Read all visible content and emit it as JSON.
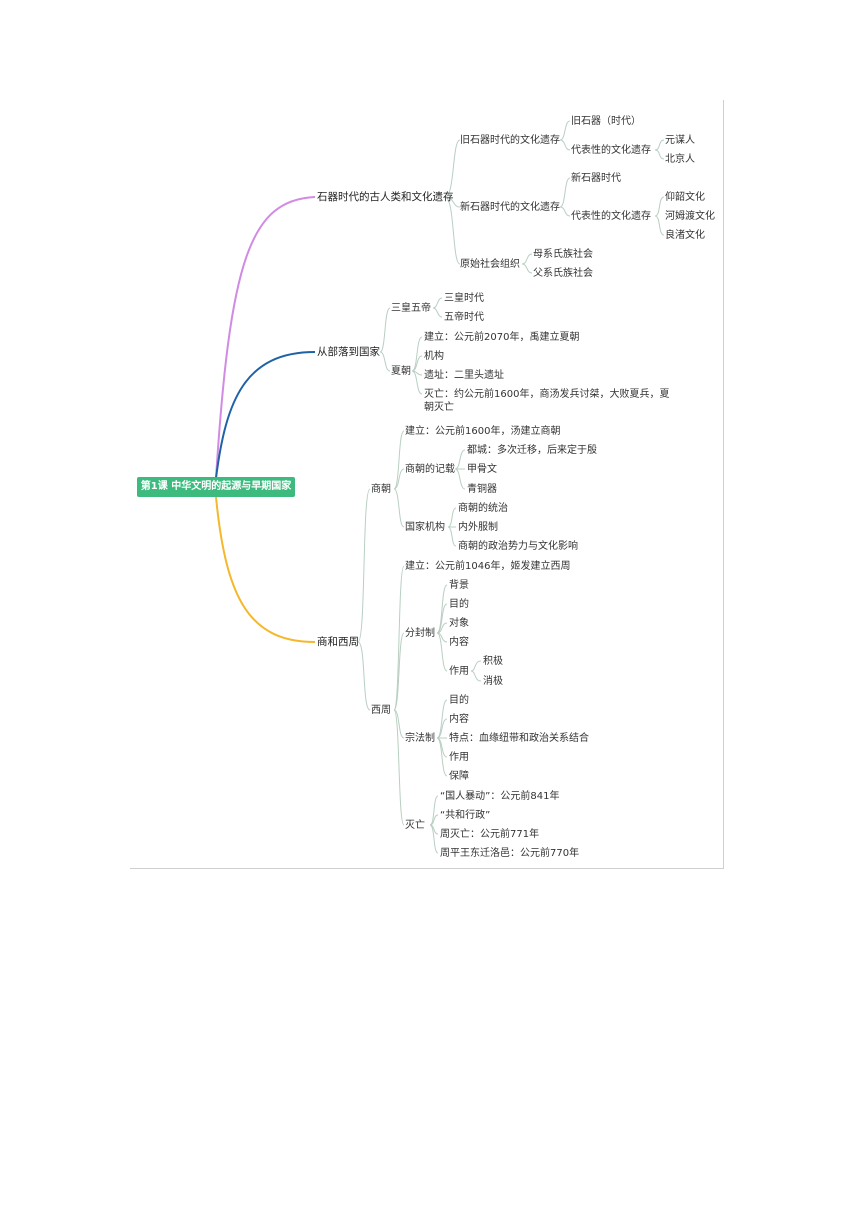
{
  "root": "第1课  中华文明的起源与早期国家",
  "colors": {
    "root_bg": "#3dbb7f",
    "branch1": "#d08be3",
    "branch2": "#1f62a6",
    "branch3": "#f5b72b",
    "sub_line": "#b8cfc2"
  },
  "branches": {
    "b1": {
      "label": "石器时代的古人类和文化遗存",
      "a": {
        "label": "旧石器时代的文化遗存",
        "a1": "旧石器（时代）",
        "a2": {
          "label": "代表性的文化遗存",
          "items": [
            "元谋人",
            "北京人"
          ]
        }
      },
      "b": {
        "label": "新石器时代的文化遗存",
        "b1": "新石器时代",
        "b2": {
          "label": "代表性的文化遗存",
          "items": [
            "仰韶文化",
            "河姆渡文化",
            "良渚文化"
          ]
        }
      },
      "c": {
        "label": "原始社会组织",
        "items": [
          "母系氏族社会",
          "父系氏族社会"
        ]
      }
    },
    "b2": {
      "label": "从部落到国家",
      "a": {
        "label": "三皇五帝",
        "items": [
          "三皇时代",
          "五帝时代"
        ]
      },
      "b": {
        "label": "夏朝",
        "items": [
          "建立：公元前2070年，禹建立夏朝",
          "机构",
          "遗址：二里头遗址",
          "灭亡：约公元前1600年，商汤发兵讨桀，大败夏兵，夏朝灭亡"
        ]
      }
    },
    "b3": {
      "label": "商和西周",
      "shang": {
        "label": "商朝",
        "found": "建立：公元前1600年，汤建立商朝",
        "records": {
          "label": "商朝的记载",
          "items": [
            "都城：多次迁移，后来定于殷",
            "甲骨文",
            "青铜器"
          ]
        },
        "org": {
          "label": "国家机构",
          "items": [
            "商朝的统治",
            "内外服制",
            "商朝的政治势力与文化影响"
          ]
        }
      },
      "zhou": {
        "label": "西周",
        "found": "建立：公元前1046年，姬发建立西周",
        "fenfeng": {
          "label": "分封制",
          "items": [
            "背景",
            "目的",
            "对象",
            "内容"
          ],
          "effect": {
            "label": "作用",
            "items": [
              "积极",
              "消极"
            ]
          }
        },
        "zongfa": {
          "label": "宗法制",
          "items": [
            "目的",
            "内容",
            "特点：血缘纽带和政治关系结合",
            "作用",
            "保障"
          ]
        },
        "fall": {
          "label": "灭亡",
          "items": [
            "“国人暴动”：公元前841年",
            "“共和行政”",
            "周灭亡：公元前771年",
            "周平王东迁洛邑：公元前770年"
          ]
        }
      }
    }
  }
}
